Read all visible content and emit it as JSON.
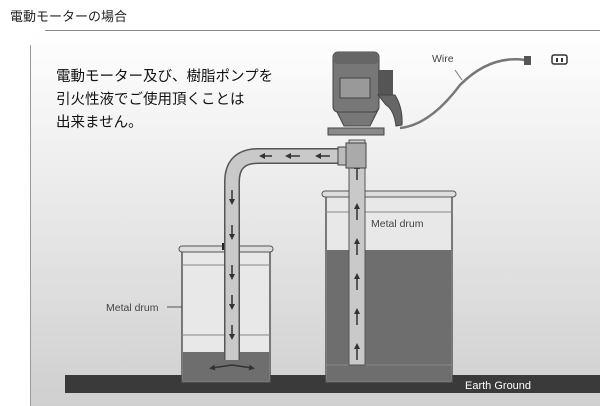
{
  "title": "電動モーターの場合",
  "note": "電動モーター及び、樹脂ポンプを\n引火性液でご使用頂くことは\n出来ません。",
  "labels": {
    "wire": "Wire",
    "drum_left": "Metal drum",
    "drum_right": "Metal drum",
    "ground": "Earth Ground"
  }
}
